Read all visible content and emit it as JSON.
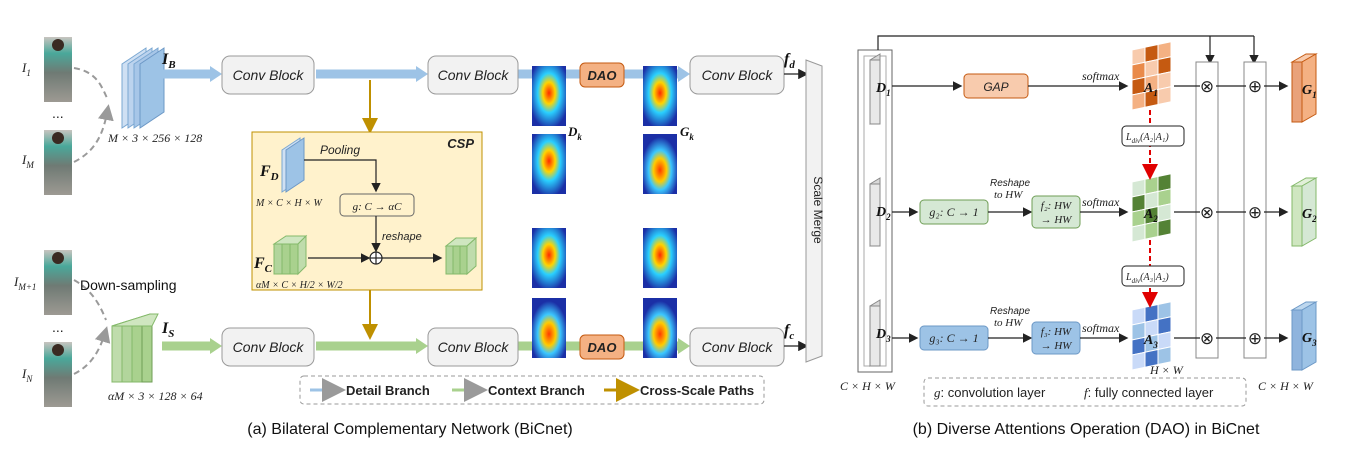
{
  "colors": {
    "detail": "#9dc3e6",
    "detail_dark": "#7aa7d2",
    "context": "#a9d18e",
    "context_dark": "#84b96a",
    "cross": "#bf9000",
    "dao_fill": "#f4b183",
    "csp_fill": "#fff2cc",
    "block_fill": "#f2f2f2",
    "gap_fill": "#f8cbad",
    "g2_fill": "#d5e8d4",
    "g3_fill": "#c9daf8",
    "red_dash": "#e00000"
  },
  "left": {
    "inputs": {
      "i1": "I",
      "i1_sub": "1",
      "im": "I",
      "im_sub": "M",
      "im1": "I",
      "im1_sub": "M+1",
      "in": "I",
      "in_sub": "N",
      "dots_top": "...",
      "dots_bottom": "..."
    },
    "ib": "I",
    "ib_sub": "B",
    "is": "I",
    "is_sub": "S",
    "ib_dims": "M × 3 × 256 × 128",
    "is_dims": "αM × 3 × 128 × 64",
    "downsampling": "Down-sampling",
    "conv_block": "Conv Block",
    "dao": "DAO",
    "dk": "D",
    "dk_sub": "k",
    "gk": "G",
    "gk_sub": "k",
    "fd": "f",
    "fd_sub": "d",
    "fc": "f",
    "fc_sub": "c",
    "scale_merge": "Scale Merge",
    "csp": {
      "title": "CSP",
      "pooling": "Pooling",
      "fd": "F",
      "fd_sub": "D",
      "fc": "F",
      "fc_sub": "C",
      "fd_dims": "M × C × H × W",
      "fc_dims": "αM × C × H/2 × W/2",
      "g_func": "g: C → αC",
      "reshape": "reshape"
    },
    "legend": {
      "detail": "Detail Branch",
      "context": "Context Branch",
      "cross": "Cross-Scale Paths"
    },
    "caption": "(a) Bilateral Complementary Network (BiCnet)"
  },
  "right": {
    "d1": "D",
    "d1_sub": "1",
    "d2": "D",
    "d2_sub": "2",
    "d3": "D",
    "d3_sub": "3",
    "gap": "GAP",
    "softmax": "softmax",
    "a1": "A",
    "a1_sub": "1",
    "a2": "A",
    "a2_sub": "2",
    "a3": "A",
    "a3_sub": "3",
    "g2_func": "g₂: C → 1",
    "g3_func": "g₃: C → 1",
    "reshape_to": "Reshape",
    "to_hw": "to HW",
    "f2_line1": "f₂: HW",
    "f3_line1": "f₃: HW",
    "f_line2": "→ HW",
    "ldiv_21": "L",
    "ldiv_21_sub": "div",
    "ldiv_21_arg": "(A₂|A₁)",
    "ldiv_32": "L",
    "ldiv_32_sub": "div",
    "ldiv_32_arg": "(A₃|A₂)",
    "hw": "H × W",
    "chw_left": "C × H × W",
    "chw_right": "C × H × W",
    "out_g1": "G",
    "out_g1_sub": "1",
    "out_g2": "G",
    "out_g2_sub": "2",
    "out_g3": "G",
    "out_g3_sub": "3",
    "otimes": "⊗",
    "oplus": "⊕",
    "legend_g": "g",
    "legend_g_text": ": convolution layer",
    "legend_f": "f",
    "legend_f_text": ": fully connected layer",
    "caption": "(b) Diverse Attentions Operation (DAO) in BiCnet"
  }
}
